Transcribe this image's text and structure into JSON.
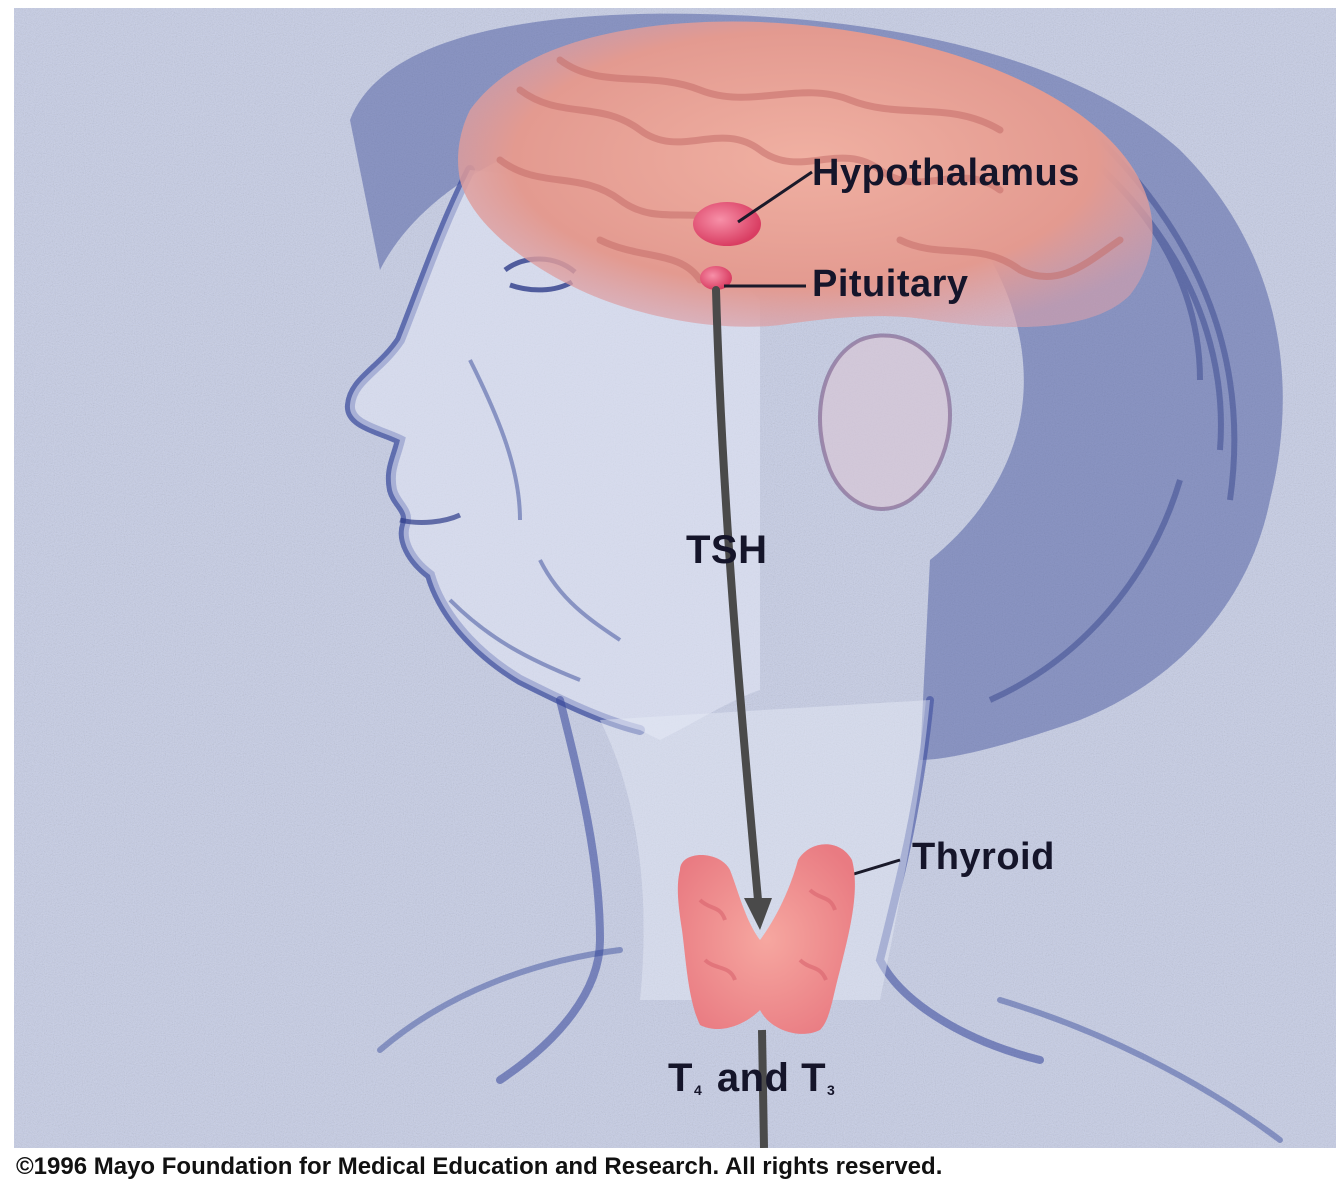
{
  "labels": {
    "hypothalamus": "Hypothalamus",
    "pituitary": "Pituitary",
    "tsh": "TSH",
    "thyroid": "Thyroid",
    "t4_and_t3": {
      "t1": "T",
      "sub1": "4",
      "mid": " and T",
      "sub2": "3"
    }
  },
  "copyright": "©1996 Mayo Foundation for Medical Education and Research. All rights reserved.",
  "colors": {
    "background": "#c9d0e8",
    "sketch": "#3f4f9c",
    "brain": "#e6988f",
    "gland": "#e8506f",
    "thyroid": "#ee8c8c",
    "arrow": "#505050",
    "text": "#15152a"
  }
}
